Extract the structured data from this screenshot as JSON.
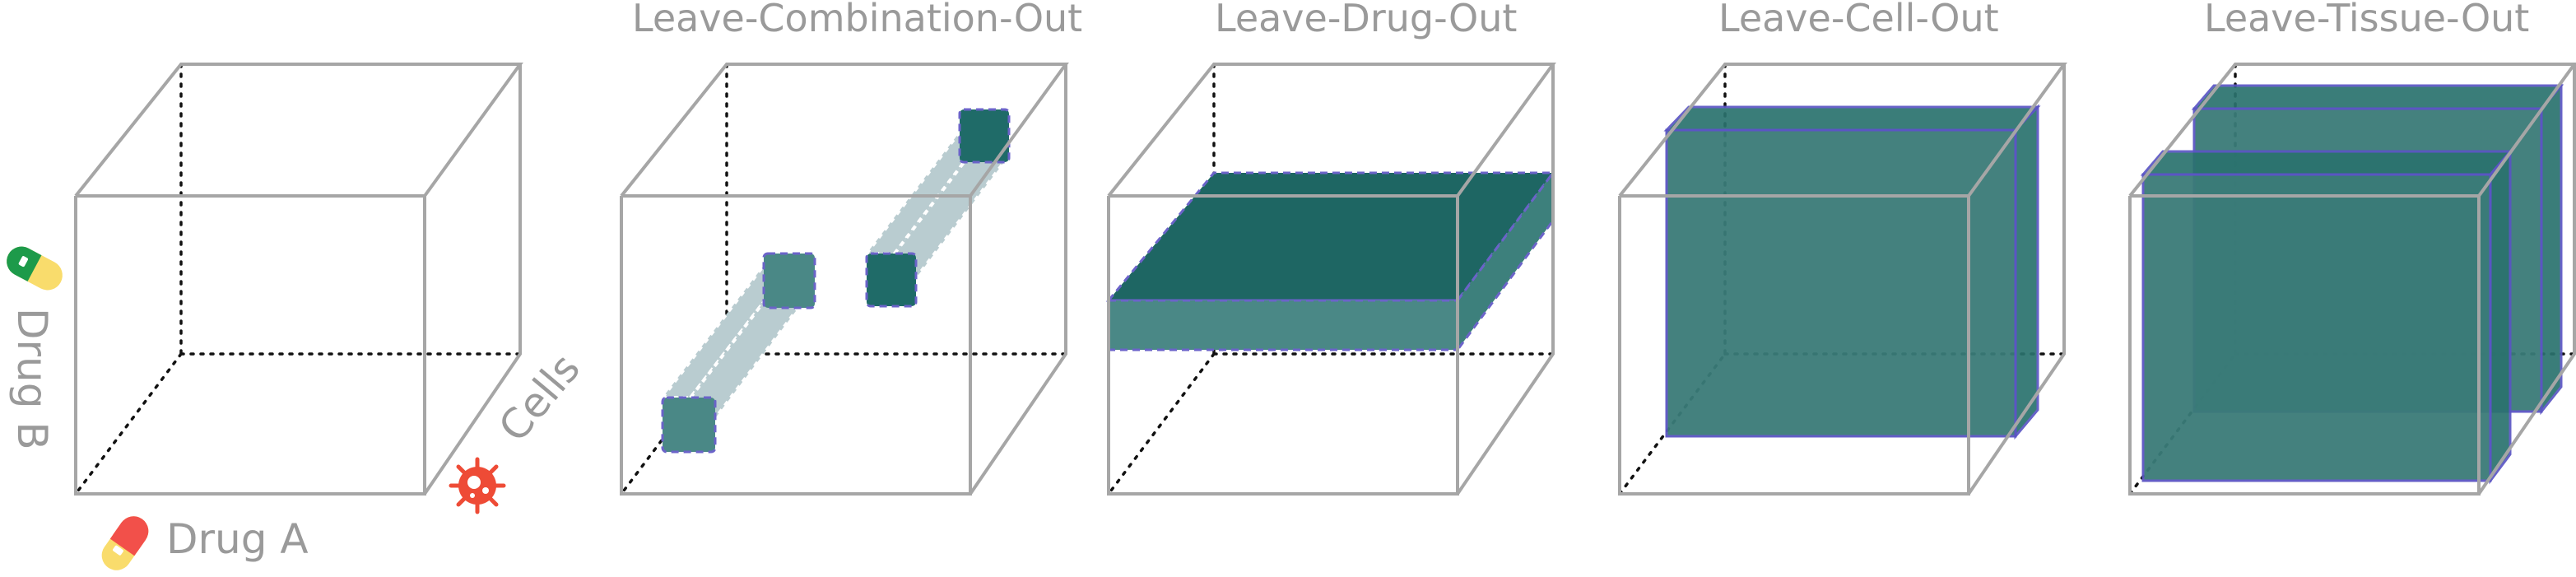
{
  "titles": {
    "combination": "Leave-Combination-Out",
    "drug": "Leave-Drug-Out",
    "cell": "Leave-Cell-Out",
    "tissue": "Leave-Tissue-Out"
  },
  "axes": {
    "drug_b": "Drug B",
    "drug_a": "Drug A",
    "cells": "Cells"
  },
  "icons": [
    "pill-icon",
    "virus-icon"
  ],
  "colors": {
    "held_out": "#1f6b68",
    "held_out_border": "#6b63c9",
    "axis_projection": "#b9ccd0",
    "cube_edge": "#a6a6a6",
    "label": "#9a9a9a",
    "pill_green": "#1d9a4a",
    "pill_red": "#f2504a",
    "pill_yellow": "#f9dc6c",
    "virus_red": "#ee4b36"
  }
}
